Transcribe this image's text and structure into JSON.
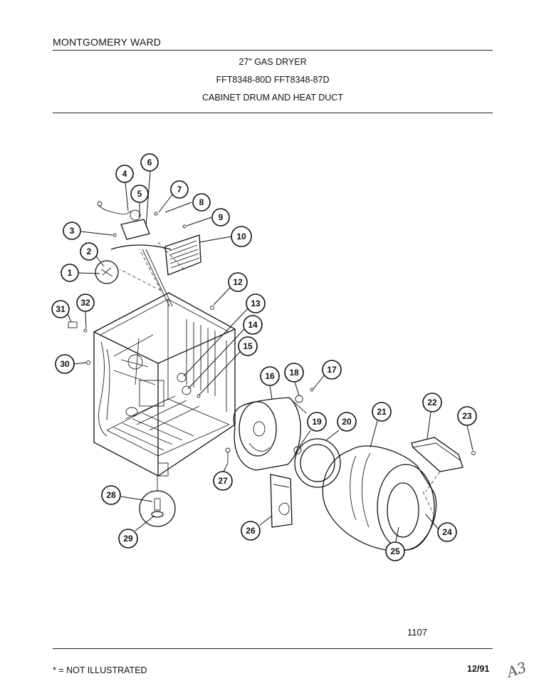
{
  "header": {
    "brand": "MONTGOMERY WARD",
    "product": "27\" GAS DRYER",
    "models": "FFT8348-80D  FFT8348-87D",
    "section": "CABINET DRUM AND HEAT DUCT"
  },
  "page_number": "1107",
  "footer": {
    "note": "* = NOT ILLUSTRATED",
    "date": "12/91"
  },
  "handwritten_mark": "A3",
  "callouts": [
    {
      "label": "1"
    },
    {
      "label": "2"
    },
    {
      "label": "3"
    },
    {
      "label": "4"
    },
    {
      "label": "5"
    },
    {
      "label": "6"
    },
    {
      "label": "7"
    },
    {
      "label": "8"
    },
    {
      "label": "9"
    },
    {
      "label": "10"
    },
    {
      "label": "12"
    },
    {
      "label": "13"
    },
    {
      "label": "14"
    },
    {
      "label": "15"
    },
    {
      "label": "16"
    },
    {
      "label": "17"
    },
    {
      "label": "18"
    },
    {
      "label": "19"
    },
    {
      "label": "20"
    },
    {
      "label": "21"
    },
    {
      "label": "22"
    },
    {
      "label": "23"
    },
    {
      "label": "24"
    },
    {
      "label": "25"
    },
    {
      "label": "26"
    },
    {
      "label": "27"
    },
    {
      "label": "28"
    },
    {
      "label": "29"
    },
    {
      "label": "30"
    },
    {
      "label": "31"
    },
    {
      "label": "32"
    }
  ]
}
